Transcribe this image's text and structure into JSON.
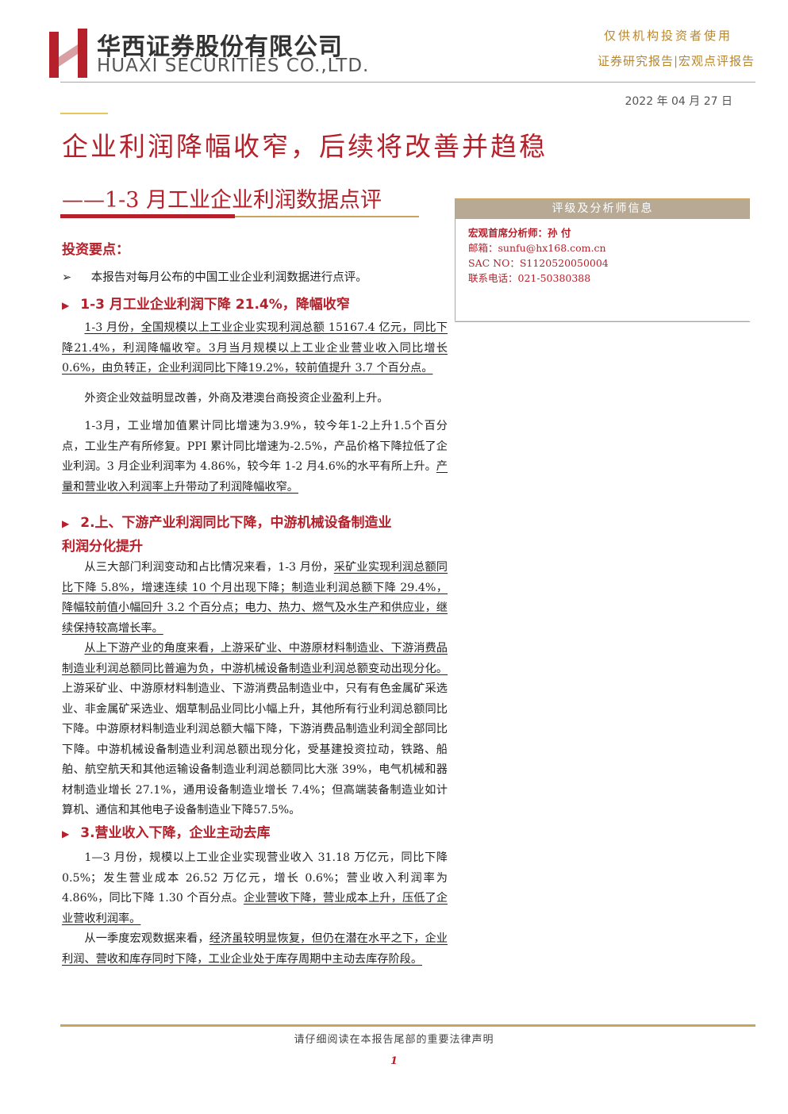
{
  "header": {
    "company_cn": "华西证券股份有限公司",
    "company_en": "HUAXI SECURITIES CO.,LTD.",
    "restriction": "仅供机构投资者使用",
    "report_type": "证券研究报告|宏观点评报告",
    "date": "2022 年 04 月 27 日",
    "brand_color": "#b5202a",
    "gold_color": "#c9a45a"
  },
  "title": "企业利润降幅收窄，后续将改善并趋稳",
  "subtitle": "——1-3 月工业企业利润数据点评",
  "analyst_box": {
    "heading": "评级及分析师信息",
    "analyst": "宏观首席分析师：孙 付",
    "email": "邮箱：sunfu@hx168.com.cn",
    "sac": "SAC NO：S1120520050004",
    "phone": "联系电话：021-50380388"
  },
  "summary": {
    "heading": "投资要点：",
    "intro_marker": "➢",
    "intro": "本报告对每月公布的中国工业企业利润数据进行点评。"
  },
  "sections": [
    {
      "title": "1-3 月工业企业利润下降 21.4%，降幅收窄",
      "p1_a": "1-3 月份，全国规模以上工业企业实现利润总额 15167.4 亿元，同比下降21.4%，利润降幅收窄。3月当月规模以上工业企业营业收入同比增长0.6%，由负转正，企业利润同比下降19.2%，较前值提升 3.7 个百分点。",
      "p2": "外资企业效益明显改善，外商及港澳台商投资企业盈利上升。",
      "p3_a": "1-3月，工业增加值累计同比增速为3.9%，较今年1-2上升1.5个百分点，工业生产有所修复。PPI 累计同比增速为-2.5%，产品价格下降拉低了企业利润。3 月企业利润率为 4.86%，较今年 1-2 月4.6%的水平有所上升。",
      "p3_b": "产量和营业收入利润率上升带动了利润降幅收窄。"
    },
    {
      "title_l1": "2.上、下游产业利润同比下降，中游机械设备制造业",
      "title_l2": "利润分化提升",
      "p1_a": "从三大部门利润变动和占比情况来看，1-3 月份，",
      "p1_b": "采矿业实现利润总额同比下降 5.8%，增速连续 10 个月出现下降；制造业利润总额下降 29.4%，降幅较前值小幅回升 3.2 个百分点；电力、热力、燃气及水生产和供应业，继续保持较高增长率。",
      "p2_a": "从上下游产业的角度来看，上游采矿业、中游原材料制造业、下游消费品制造业利润总额同比普遍为负，中游机械设备制造业利润总额变动出现分化。",
      "p2_b": "上游采矿业、中游原材料制造业、下游消费品制造业中，只有有色金属矿采选业、非金属矿采选业、烟草制品业同比小幅上升，其他所有行业利润总额同比下降。中游原材料制造业利润总额大幅下降，下游消费品制造业利润全部同比下降。中游机械设备制造业利润总额出现分化，受基建投资拉动，铁路、船舶、航空航天和其他运输设备制造业利润总额同比大涨 39%，电气机械和器材制造业增长 27.1%，通用设备制造业增长 7.4%；但高端装备制造业如计算机、通信和其他电子设备制造业下降57.5%。"
    },
    {
      "title": "3.营业收入下降，企业主动去库",
      "p1_a": "1—3 月份，规模以上工业企业实现营业收入 31.18 万亿元，同比下降 0.5%；发生营业成本 26.52 万亿元，增长 0.6%；营业收入利润率为 4.86%，同比下降 1.30 个百分点。",
      "p1_b": "企业营收下降，营业成本上升，压低了企业营收利润率。",
      "p2_a": "从一季度宏观数据来看，",
      "p2_b": "经济虽较明显恢复，但仍在潜在水平之下，企业利润、营收和库存同时下降，工业企业处于库存周期中主动去库存阶段。"
    }
  ],
  "footer": {
    "disclaimer": "请仔细阅读在本报告尾部的重要法律声明",
    "page": "1"
  }
}
